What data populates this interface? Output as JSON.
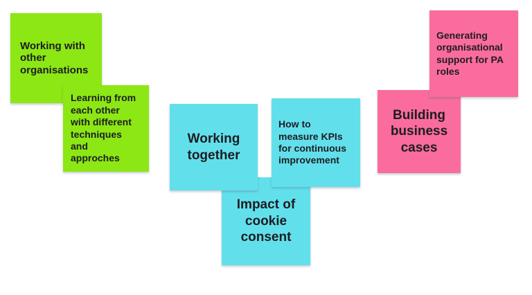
{
  "board": {
    "background": "#ffffff"
  },
  "palette": {
    "green": "#8ce714",
    "cyan": "#61e0ec",
    "pink": "#fa6c9e",
    "text": "#1d1c21"
  },
  "notes": [
    {
      "id": "working-with-other-organisations",
      "text": "Working with\nother\norganisations",
      "color": "green"
    },
    {
      "id": "learning-from-each-other",
      "text": "Learning from\neach other\nwith different\ntechniques\nand\napproches",
      "color": "green"
    },
    {
      "id": "working-together",
      "text": "Working\ntogether",
      "color": "cyan"
    },
    {
      "id": "how-to-measure-kpis",
      "text": "How to\nmeasure KPIs\nfor continuous\nimprovement",
      "color": "cyan"
    },
    {
      "id": "impact-of-cookie-consent",
      "text": "Impact of\ncookie\nconsent",
      "color": "cyan"
    },
    {
      "id": "generating-organisational-support",
      "text": "Generating\norganisational\nsupport for PA\nroles",
      "color": "pink"
    },
    {
      "id": "building-business-cases",
      "text": "Building\nbusiness\ncases",
      "color": "pink"
    }
  ]
}
